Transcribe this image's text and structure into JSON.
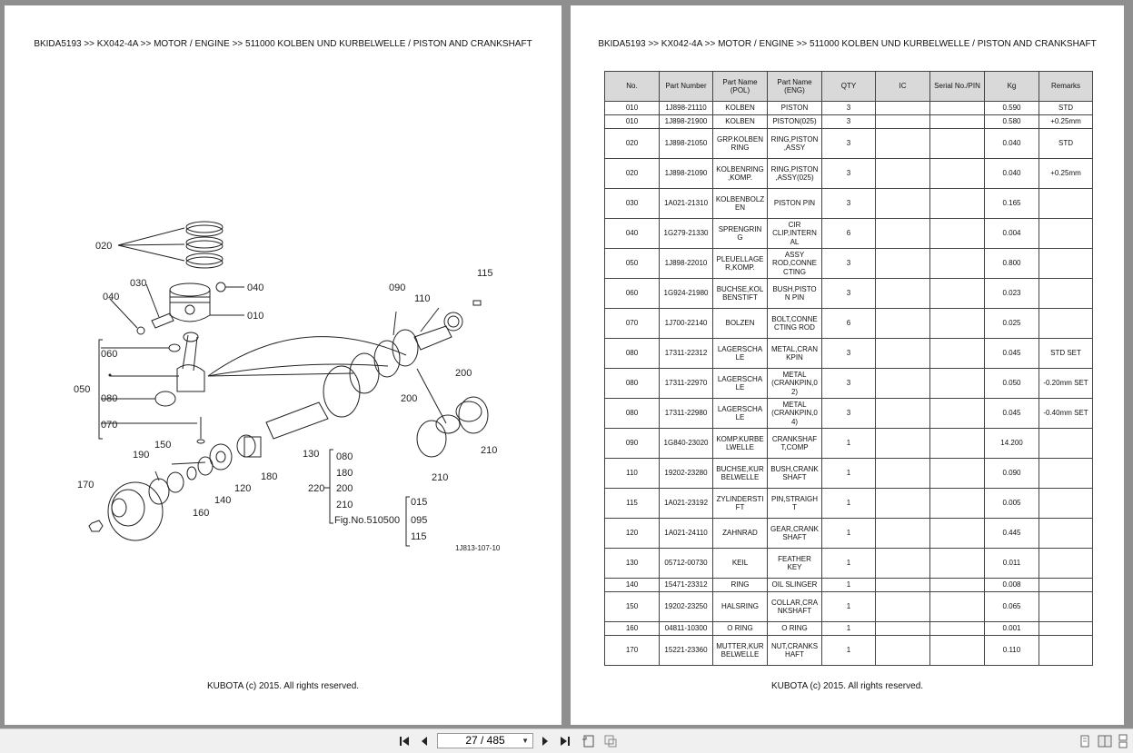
{
  "left_page": {
    "breadcrumb": "BKIDA5193 >> KX042-4A >> MOTOR / ENGINE >> 511000   KOLBEN UND KURBELWELLE / PISTON AND CRANKSHAFT",
    "footer": "KUBOTA (c) 2015. All rights reserved.",
    "diagram": {
      "callouts": [
        "020",
        "030",
        "040",
        "040",
        "010",
        "060",
        "050",
        "080",
        "070",
        "150",
        "190",
        "170",
        "160",
        "140",
        "120",
        "180",
        "130",
        "090",
        "110",
        "115",
        "200",
        "200",
        "210",
        "210"
      ],
      "ref_group_1": [
        "080",
        "180",
        "200",
        "210"
      ],
      "ref_220": "220",
      "fig_ref": "Fig.No.510500",
      "ref_group_2": [
        "015",
        "095",
        "115"
      ],
      "drawing_no": "1J813-107-10"
    }
  },
  "right_page": {
    "breadcrumb": "BKIDA5193 >> KX042-4A >> MOTOR / ENGINE >> 511000   KOLBEN UND KURBELWELLE / PISTON AND CRANKSHAFT",
    "footer": "KUBOTA (c) 2015. All rights reserved.",
    "table": {
      "headers": {
        "no": "No.",
        "part_number": "Part Number",
        "name_pol": "Part Name\n(POL)",
        "name_eng": "Part Name\n(ENG)",
        "qty": "QTY",
        "ic": "IC",
        "serial": "Serial No./PIN",
        "kg": "Kg",
        "remarks": "Remarks"
      },
      "rows": [
        {
          "no": "010",
          "pn": "1J898-21110",
          "pol": "KOLBEN",
          "eng": "PISTON",
          "qty": "3",
          "ic": "",
          "serial": "",
          "kg": "0.590",
          "remarks": "STD"
        },
        {
          "no": "010",
          "pn": "1J898-21900",
          "pol": "KOLBEN",
          "eng": "PISTON(025)",
          "qty": "3",
          "ic": "",
          "serial": "",
          "kg": "0.580",
          "remarks": "+0.25mm"
        },
        {
          "no": "020",
          "pn": "1J898-21050",
          "pol": "GRP.KOLBEN\nRING",
          "eng": "RING,PISTON\n,ASSY",
          "qty": "3",
          "ic": "",
          "serial": "",
          "kg": "0.040",
          "remarks": "STD"
        },
        {
          "no": "020",
          "pn": "1J898-21090",
          "pol": "KOLBENRING\n,KOMP.",
          "eng": "RING,PISTON\n,ASSY(025)",
          "qty": "3",
          "ic": "",
          "serial": "",
          "kg": "0.040",
          "remarks": "+0.25mm"
        },
        {
          "no": "030",
          "pn": "1A021-21310",
          "pol": "KOLBENBOLZ\nEN",
          "eng": "PISTON PIN",
          "qty": "3",
          "ic": "",
          "serial": "",
          "kg": "0.165",
          "remarks": ""
        },
        {
          "no": "040",
          "pn": "1G279-21330",
          "pol": "SPRENGRIN\nG",
          "eng": "CIR\nCLIP,INTERN\nAL",
          "qty": "6",
          "ic": "",
          "serial": "",
          "kg": "0.004",
          "remarks": ""
        },
        {
          "no": "050",
          "pn": "1J898-22010",
          "pol": "PLEUELLAGE\nR,KOMP.",
          "eng": "ASSY\nROD,CONNE\nCTING",
          "qty": "3",
          "ic": "",
          "serial": "",
          "kg": "0.800",
          "remarks": ""
        },
        {
          "no": "060",
          "pn": "1G924-21980",
          "pol": "BUCHSE,KOL\nBENSTIFT",
          "eng": "BUSH,PISTO\nN PIN",
          "qty": "3",
          "ic": "",
          "serial": "",
          "kg": "0.023",
          "remarks": ""
        },
        {
          "no": "070",
          "pn": "1J700-22140",
          "pol": "BOLZEN",
          "eng": "BOLT,CONNE\nCTING ROD",
          "qty": "6",
          "ic": "",
          "serial": "",
          "kg": "0.025",
          "remarks": ""
        },
        {
          "no": "080",
          "pn": "17311-22312",
          "pol": "LAGERSCHA\nLE",
          "eng": "METAL,CRAN\nKPIN",
          "qty": "3",
          "ic": "",
          "serial": "",
          "kg": "0.045",
          "remarks": "STD SET"
        },
        {
          "no": "080",
          "pn": "17311-22970",
          "pol": "LAGERSCHA\nLE",
          "eng": "METAL\n(CRANKPIN,0\n2)",
          "qty": "3",
          "ic": "",
          "serial": "",
          "kg": "0.050",
          "remarks": "-0.20mm SET"
        },
        {
          "no": "080",
          "pn": "17311-22980",
          "pol": "LAGERSCHA\nLE",
          "eng": "METAL\n(CRANKPIN,0\n4)",
          "qty": "3",
          "ic": "",
          "serial": "",
          "kg": "0.045",
          "remarks": "-0.40mm SET"
        },
        {
          "no": "090",
          "pn": "1G840-23020",
          "pol": "KOMP.KURBE\nLWELLE",
          "eng": "CRANKSHAF\nT,COMP",
          "qty": "1",
          "ic": "",
          "serial": "",
          "kg": "14.200",
          "remarks": ""
        },
        {
          "no": "110",
          "pn": "19202-23280",
          "pol": "BUCHSE,KUR\nBELWELLE",
          "eng": "BUSH,CRANK\nSHAFT",
          "qty": "1",
          "ic": "",
          "serial": "",
          "kg": "0.090",
          "remarks": ""
        },
        {
          "no": "115",
          "pn": "1A021-23192",
          "pol": "ZYLINDERSTI\nFT",
          "eng": "PIN,STRAIGH\nT",
          "qty": "1",
          "ic": "",
          "serial": "",
          "kg": "0.005",
          "remarks": ""
        },
        {
          "no": "120",
          "pn": "1A021-24110",
          "pol": "ZAHNRAD",
          "eng": "GEAR,CRANK\nSHAFT",
          "qty": "1",
          "ic": "",
          "serial": "",
          "kg": "0.445",
          "remarks": ""
        },
        {
          "no": "130",
          "pn": "05712-00730",
          "pol": "KEIL",
          "eng": "FEATHER\nKEY",
          "qty": "1",
          "ic": "",
          "serial": "",
          "kg": "0.011",
          "remarks": ""
        },
        {
          "no": "140",
          "pn": "15471-23312",
          "pol": "RING",
          "eng": "OIL SLINGER",
          "qty": "1",
          "ic": "",
          "serial": "",
          "kg": "0.008",
          "remarks": ""
        },
        {
          "no": "150",
          "pn": "19202-23250",
          "pol": "HALSRING",
          "eng": "COLLAR,CRA\nNKSHAFT",
          "qty": "1",
          "ic": "",
          "serial": "",
          "kg": "0.065",
          "remarks": ""
        },
        {
          "no": "160",
          "pn": "04811-10300",
          "pol": "O RING",
          "eng": "O RING",
          "qty": "1",
          "ic": "",
          "serial": "",
          "kg": "0.001",
          "remarks": ""
        },
        {
          "no": "170",
          "pn": "15221-23360",
          "pol": "MUTTER,KUR\nBELWELLE",
          "eng": "NUT,CRANKS\nHAFT",
          "qty": "1",
          "ic": "",
          "serial": "",
          "kg": "0.110",
          "remarks": ""
        }
      ]
    }
  },
  "toolbar": {
    "page_indicator": "27 / 485",
    "icons": [
      "first-page-icon",
      "prev-page-icon",
      "next-page-icon",
      "last-page-icon",
      "rotate-icon",
      "fit-icon",
      "single-page-view-icon",
      "two-page-view-icon",
      "continuous-view-icon"
    ]
  }
}
